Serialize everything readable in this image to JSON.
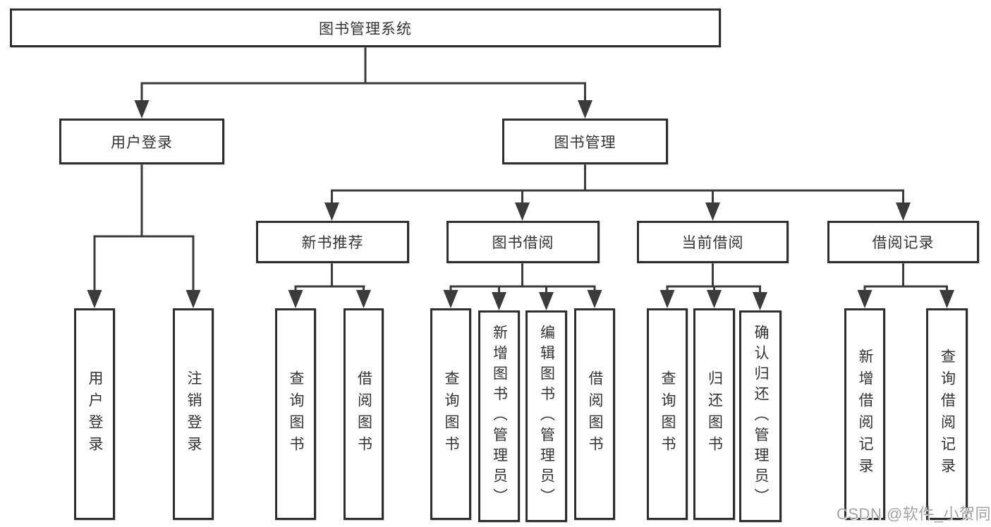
{
  "diagram": {
    "title": "图书管理系统",
    "colors": {
      "line": "#3b3b3b",
      "box_border": "#2e2e2e",
      "text": "#333333",
      "background": "#ffffff",
      "watermark": "#a2a2a4"
    },
    "nodes": [
      {
        "id": "root",
        "label": "图书管理系统"
      },
      {
        "id": "user-login",
        "label": "用户登录"
      },
      {
        "id": "book-mgmt",
        "label": "图书管理"
      },
      {
        "id": "ul-login",
        "label": "用户登录"
      },
      {
        "id": "ul-logout",
        "label": "注销登录"
      },
      {
        "id": "new-book-rec",
        "label": "新书推荐"
      },
      {
        "id": "book-borrow",
        "label": "图书借阅"
      },
      {
        "id": "current-borrow",
        "label": "当前借阅"
      },
      {
        "id": "borrow-records",
        "label": "借阅记录"
      },
      {
        "id": "nbr-query",
        "label": "查询图书"
      },
      {
        "id": "nbr-borrow",
        "label": "借阅图书"
      },
      {
        "id": "bb-query",
        "label": "查询图书"
      },
      {
        "id": "bb-add",
        "label": "新增图书（管理员）"
      },
      {
        "id": "bb-edit",
        "label": "编辑图书（管理员）"
      },
      {
        "id": "bb-borrow",
        "label": "借阅图书"
      },
      {
        "id": "cb-query",
        "label": "查询图书"
      },
      {
        "id": "cb-return",
        "label": "归还图书"
      },
      {
        "id": "cb-confirm",
        "label": "确认归还（管理员）"
      },
      {
        "id": "br-add",
        "label": "新增借阅记录"
      },
      {
        "id": "br-query",
        "label": "查询借阅记录"
      }
    ],
    "edges": [
      {
        "from": "root",
        "to": "user-login"
      },
      {
        "from": "root",
        "to": "book-mgmt"
      },
      {
        "from": "user-login",
        "to": "ul-login"
      },
      {
        "from": "user-login",
        "to": "ul-logout"
      },
      {
        "from": "book-mgmt",
        "to": "new-book-rec"
      },
      {
        "from": "book-mgmt",
        "to": "book-borrow"
      },
      {
        "from": "book-mgmt",
        "to": "current-borrow"
      },
      {
        "from": "book-mgmt",
        "to": "borrow-records"
      },
      {
        "from": "new-book-rec",
        "to": "nbr-query"
      },
      {
        "from": "new-book-rec",
        "to": "nbr-borrow"
      },
      {
        "from": "book-borrow",
        "to": "bb-query"
      },
      {
        "from": "book-borrow",
        "to": "bb-add"
      },
      {
        "from": "book-borrow",
        "to": "bb-edit"
      },
      {
        "from": "book-borrow",
        "to": "bb-borrow"
      },
      {
        "from": "current-borrow",
        "to": "cb-query"
      },
      {
        "from": "current-borrow",
        "to": "cb-return"
      },
      {
        "from": "current-borrow",
        "to": "cb-confirm"
      },
      {
        "from": "borrow-records",
        "to": "br-add"
      },
      {
        "from": "borrow-records",
        "to": "br-query"
      }
    ]
  },
  "watermark": {
    "text": "CSDN @软件_小贺同学"
  }
}
